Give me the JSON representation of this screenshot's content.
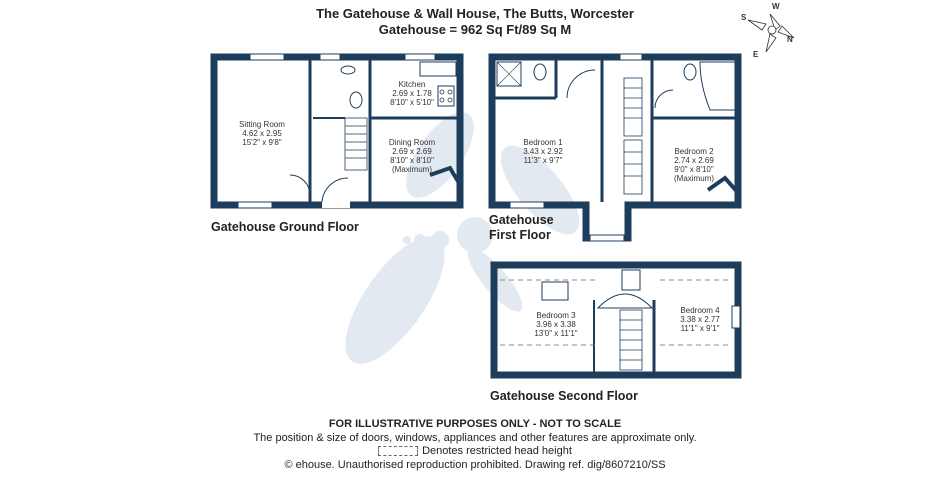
{
  "header": {
    "title": "The Gatehouse & Wall House, The Butts, Worcester",
    "subtitle": "Gatehouse = 962 Sq Ft/89 Sq M"
  },
  "floors": {
    "ground": "Gatehouse Ground Floor",
    "first_line1": "Gatehouse",
    "first_line2": "First Floor",
    "second": "Gatehouse Second Floor"
  },
  "rooms": {
    "sitting": {
      "name": "Sitting Room",
      "metric": "4.62 x 2.95",
      "imperial": "15'2\" x 9'8\""
    },
    "kitchen": {
      "name": "Kitchen",
      "metric": "2.69 x 1.78",
      "imperial": "8'10\" x 5'10\""
    },
    "dining": {
      "name": "Dining Room",
      "metric": "2.69 x 2.69",
      "imperial": "8'10\" x 8'10\"",
      "note": "(Maximum)"
    },
    "bed1": {
      "name": "Bedroom 1",
      "metric": "3.43 x 2.92",
      "imperial": "11'3\" x 9'7\""
    },
    "bed2": {
      "name": "Bedroom 2",
      "metric": "2.74 x 2.69",
      "imperial": "9'0\" x 8'10\"",
      "note": "(Maximum)"
    },
    "bed3": {
      "name": "Bedroom 3",
      "metric": "3.96 x 3.38",
      "imperial": "13'0\" x 11'1\""
    },
    "bed4": {
      "name": "Bedroom 4",
      "metric": "3.38 x 2.77",
      "imperial": "11'1\" x 9'1\""
    }
  },
  "compass": {
    "s": "S",
    "w": "W",
    "n": "N",
    "e": "E"
  },
  "footer": {
    "disclaimer": "FOR ILLUSTRATIVE PURPOSES ONLY - NOT TO SCALE",
    "note": "The position & size of doors, windows, appliances and other features are approximate only.",
    "legend": "Denotes restricted head height",
    "copyright": "© ehouse. Unauthorised reproduction prohibited. Drawing ref. dig/8607210/SS"
  },
  "colors": {
    "wall": "#1d3d5c",
    "watermark": "#dfe6ee"
  }
}
